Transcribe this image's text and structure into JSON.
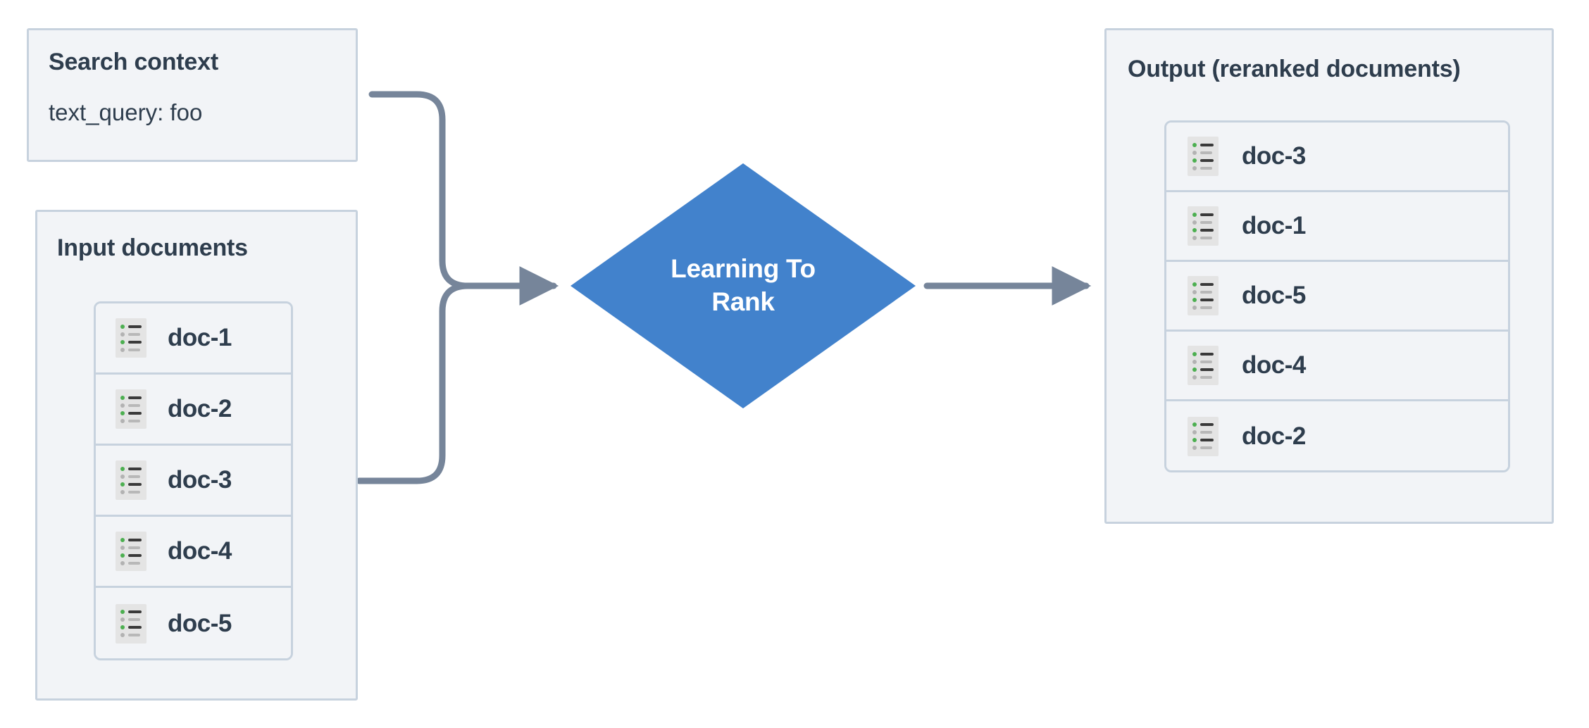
{
  "diagram": {
    "type": "flow-diagram",
    "title": "Learning To Rank reranking flow",
    "colors": {
      "node_blue": "#4282cc",
      "panel_fill": "#f2f4f7",
      "panel_border": "#c7d2de",
      "connector": "#76859a",
      "text_dark": "#2e3d4d",
      "icon_bg": "#e4e4e4",
      "icon_accent_green": "#4caf50",
      "icon_muted_gray": "#b2b2b2"
    }
  },
  "search_context": {
    "title": "Search context",
    "query_line": "text_query: foo"
  },
  "input_documents": {
    "title": "Input documents",
    "icon_name": "document-list-icon",
    "docs": [
      {
        "label": "doc-1"
      },
      {
        "label": "doc-2"
      },
      {
        "label": "doc-3"
      },
      {
        "label": "doc-4"
      },
      {
        "label": "doc-5"
      }
    ]
  },
  "process_node": {
    "label": "Learning To\nRank",
    "shape": "diamond"
  },
  "output": {
    "title": "Output (reranked documents)",
    "icon_name": "document-list-icon",
    "docs": [
      {
        "label": "doc-3"
      },
      {
        "label": "doc-1"
      },
      {
        "label": "doc-5"
      },
      {
        "label": "doc-4"
      },
      {
        "label": "doc-2"
      }
    ]
  },
  "connectors": [
    {
      "name": "search-context-to-ltr",
      "from": "search_context",
      "to": "process_node",
      "style": "elbow-rounded-merge"
    },
    {
      "name": "input-documents-to-ltr",
      "from": "input_documents",
      "to": "process_node",
      "style": "elbow-rounded-merge"
    },
    {
      "name": "ltr-to-output",
      "from": "process_node",
      "to": "output",
      "style": "straight-arrow"
    }
  ]
}
